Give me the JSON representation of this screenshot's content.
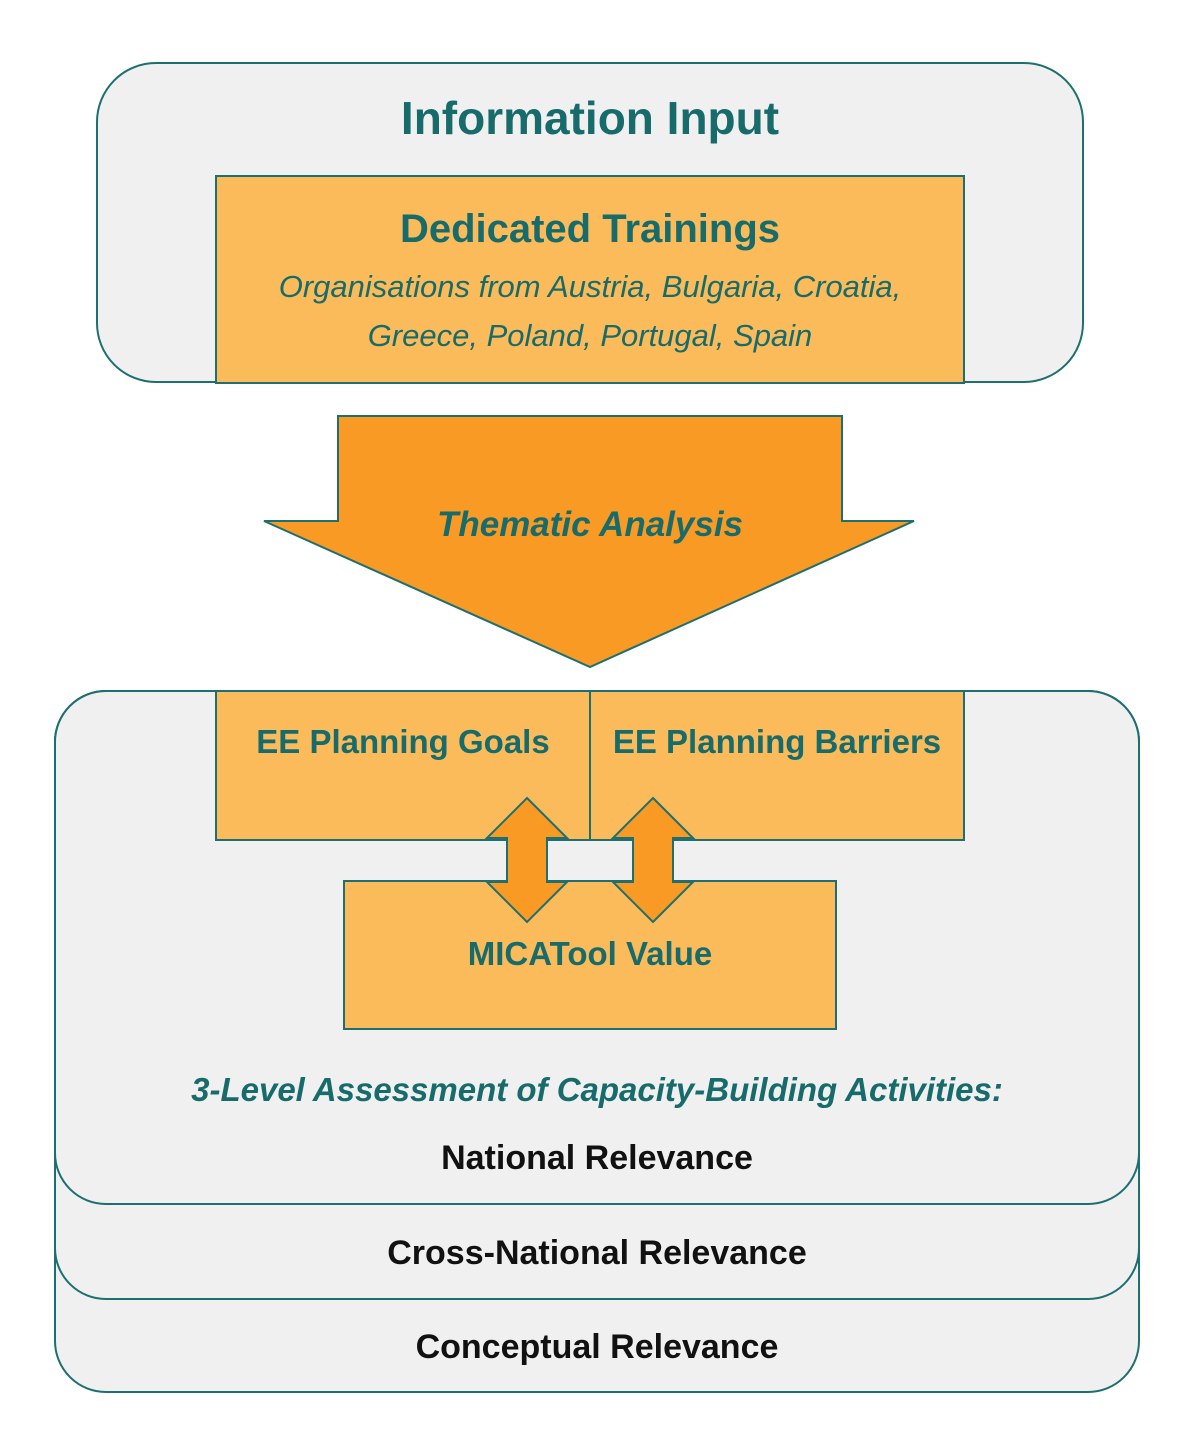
{
  "information_input": {
    "title": "Information Input",
    "trainings": {
      "title": "Dedicated Trainings",
      "subtitle": "Organisations from Austria, Bulgaria, Croatia, Greece, Poland, Portugal, Spain"
    }
  },
  "analysis": {
    "label": "Thematic Analysis"
  },
  "outputs": {
    "goals": "EE Planning Goals",
    "barriers": "EE Planning Barriers",
    "mica": "MICATool Value"
  },
  "assessment": {
    "title": "3-Level Assessment of Capacity-Building Activities:",
    "levels": [
      "National Relevance",
      "Cross-National Relevance",
      "Conceptual Relevance"
    ]
  },
  "colors": {
    "teal": "#176b6b",
    "box_fill": "#fbbb5a",
    "arrow_fill": "#f99a24",
    "panel_fill": "#f0f0f0"
  },
  "icons": {
    "flow_arrow": "down-arrow",
    "link_arrows": "up-down-arrow"
  }
}
